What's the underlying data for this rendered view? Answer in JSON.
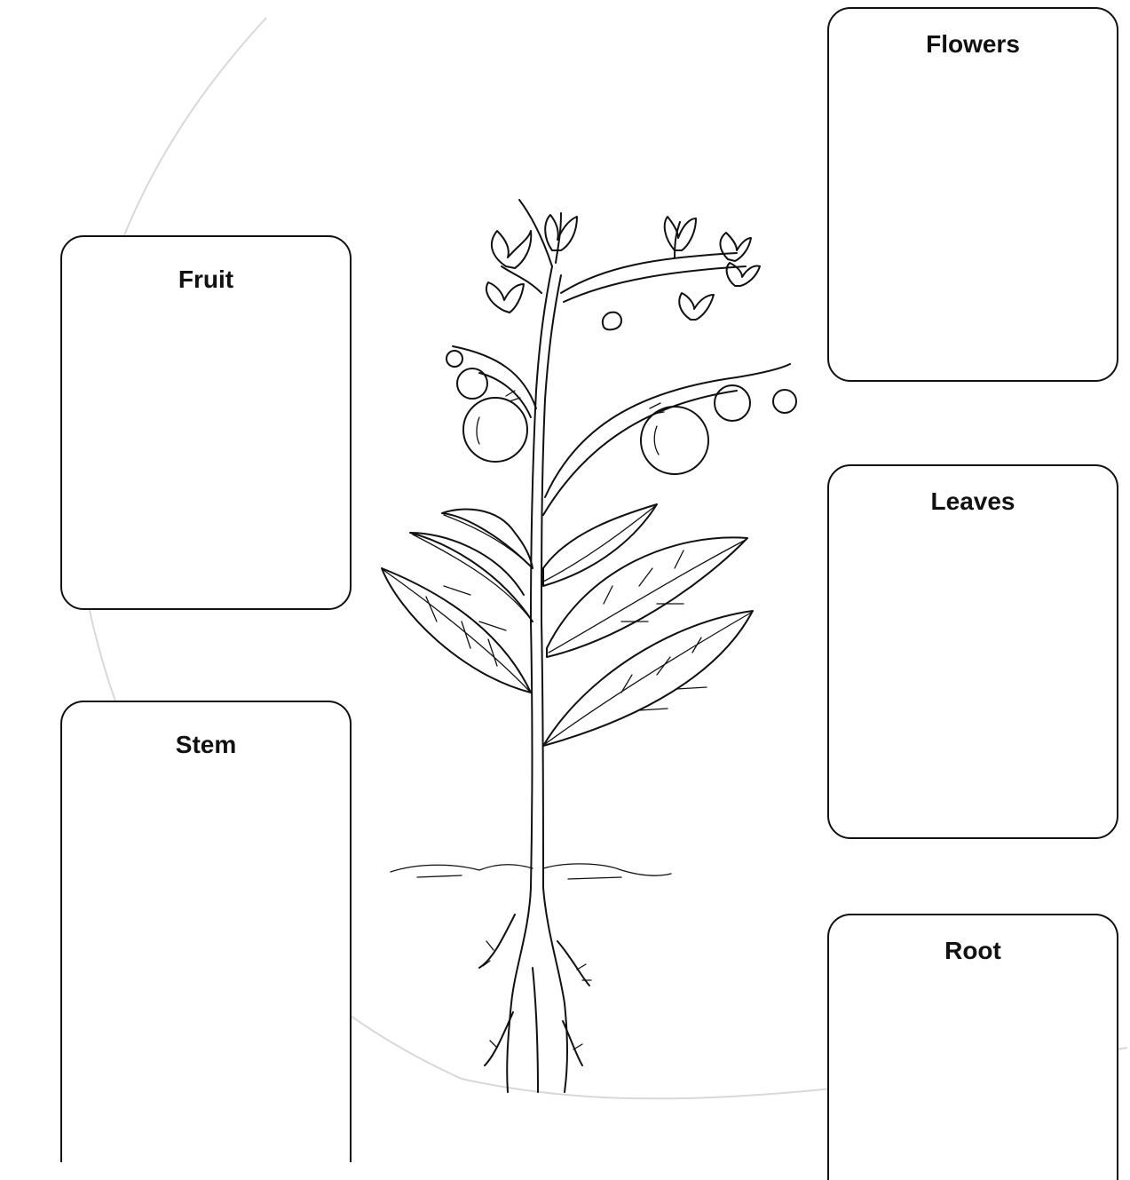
{
  "labels": {
    "flowers": "Flowers",
    "fruit": "Fruit",
    "leaves": "Leaves",
    "stem": "Stem",
    "root": "Root"
  },
  "colors": {
    "ink": "#111111",
    "paper": "#ffffff"
  }
}
